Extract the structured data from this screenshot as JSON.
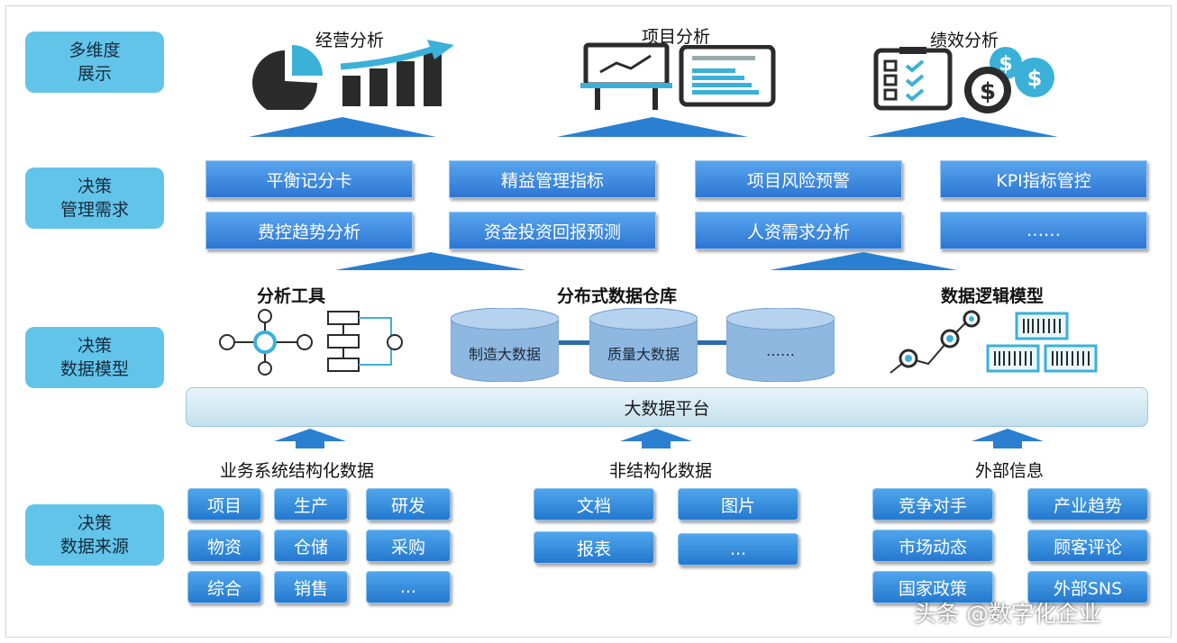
{
  "categories": [
    "多维度\n展示",
    "决策\n管理需求",
    "决策\n数据模型",
    "决策\n数据来源"
  ],
  "display": {
    "business_analysis": "经营分析",
    "project_analysis": "项目分析",
    "performance_analysis": "绩效分析"
  },
  "management": {
    "row1": [
      "平衡记分卡",
      "精益管理指标",
      "项目风险预警",
      "KPI指标管控"
    ],
    "row2": [
      "费控趋势分析",
      "资金投资回报预测",
      "人资需求分析",
      "……"
    ]
  },
  "model": {
    "tools_title": "分析工具",
    "warehouse_title": "分布式数据仓库",
    "logic_title": "数据逻辑模型",
    "cylinders": [
      "制造大数据",
      "质量大数据",
      "……"
    ],
    "platform": "大数据平台"
  },
  "sources": {
    "structured_title": "业务系统结构化数据",
    "structured": [
      "项目",
      "生产",
      "研发",
      "物资",
      "仓储",
      "采购",
      "综合",
      "销售",
      "..."
    ],
    "unstructured_title": "非结构化数据",
    "unstructured": [
      "文档",
      "图片",
      "报表",
      "..."
    ],
    "external_title": "外部信息",
    "external": [
      "竞争对手",
      "产业趋势",
      "市场动态",
      "顾客评论",
      "国家政策",
      "外部SNS"
    ]
  },
  "watermark": "头条 @数字化企业",
  "colors": {
    "category_bg": "#63c4ea",
    "box_blue": "#2c76d3",
    "arrow_blue": "#2a7fd0",
    "platform": "#c3e0ec"
  },
  "icons": [
    "pie-chart-icon",
    "bar-chart-icon",
    "whiteboard-icon",
    "report-icon",
    "checklist-icon",
    "dollar-coins-icon",
    "node-graph-icon",
    "flowchart-icon",
    "trend-line-icon",
    "barcode-blocks-icon"
  ]
}
